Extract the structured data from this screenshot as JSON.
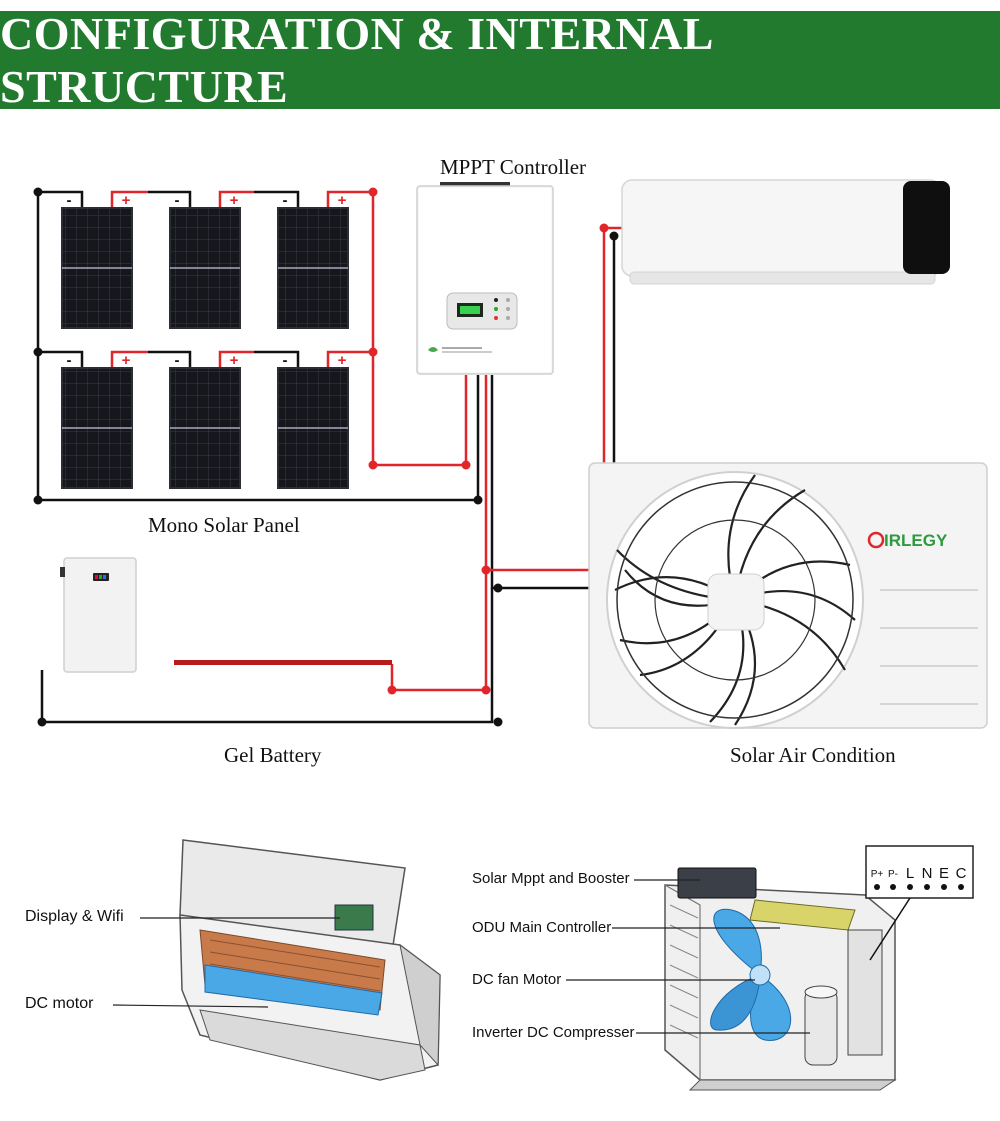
{
  "header": {
    "title": "CONFIGURATION & INTERNAL STRUCTURE"
  },
  "labels": {
    "mppt_controller": "MPPT Controller",
    "mono_solar_panel": "Mono Solar Panel",
    "gel_battery": "Gel Battery",
    "solar_air_condition": "Solar Air Condition"
  },
  "panel_terminals": {
    "negative": "-",
    "positive": "+"
  },
  "brand": {
    "name": "IRLEGY"
  },
  "indoor_callouts": {
    "display_wifi": "Display & Wifi",
    "dc_motor": "DC motor"
  },
  "outdoor_callouts": {
    "solar_mppt_booster": "Solar Mppt and Booster",
    "odu_main_controller": "ODU Main Controller",
    "dc_fan_motor": "DC fan Motor",
    "inverter_dc_compressor": "Inverter DC Compresser"
  },
  "terminal_block": {
    "labels": [
      "P+",
      "P-",
      "L",
      "N",
      "E",
      "C"
    ]
  },
  "colors": {
    "header_bg": "#217a2e",
    "wire_red": "#e0262a",
    "wire_black": "#111111",
    "fan_blue": "#4aa8e6"
  }
}
